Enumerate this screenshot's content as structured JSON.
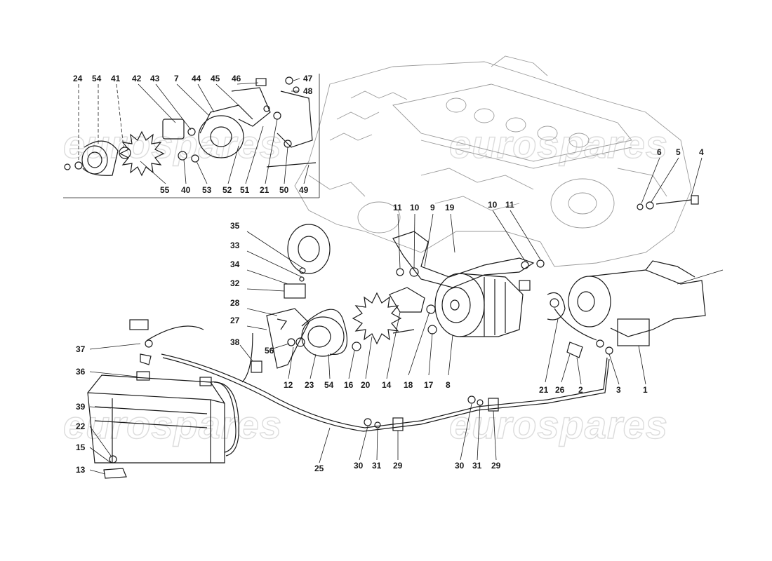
{
  "watermark": {
    "text": "eurospares"
  },
  "inset_callouts": [
    "24",
    "54",
    "41",
    "42",
    "43",
    "7",
    "44",
    "45",
    "46",
    "47",
    "48",
    "55",
    "40",
    "53",
    "52",
    "51",
    "21",
    "50",
    "49"
  ],
  "main_callouts": {
    "fasteners_top_right": [
      "6",
      "5",
      "4"
    ],
    "bracket_upper": [
      "11",
      "10",
      "9",
      "19",
      "10",
      "11"
    ],
    "pulley_group": [
      "35",
      "33",
      "34",
      "32",
      "28",
      "27",
      "38",
      "56",
      "12",
      "23",
      "54",
      "16",
      "20",
      "14",
      "18",
      "17",
      "8"
    ],
    "battery_group": [
      "37",
      "36",
      "39",
      "22",
      "15",
      "13",
      "25"
    ],
    "cable_clamps": [
      "30",
      "31",
      "29",
      "30",
      "31",
      "29"
    ],
    "starter_group": [
      "21",
      "26",
      "2",
      "3",
      "1"
    ]
  },
  "icons": {
    "battery": "battery-icon",
    "alternator": "alternator-icon",
    "starter_motor": "starter-motor-icon",
    "engine_block": "engine-block-icon"
  }
}
